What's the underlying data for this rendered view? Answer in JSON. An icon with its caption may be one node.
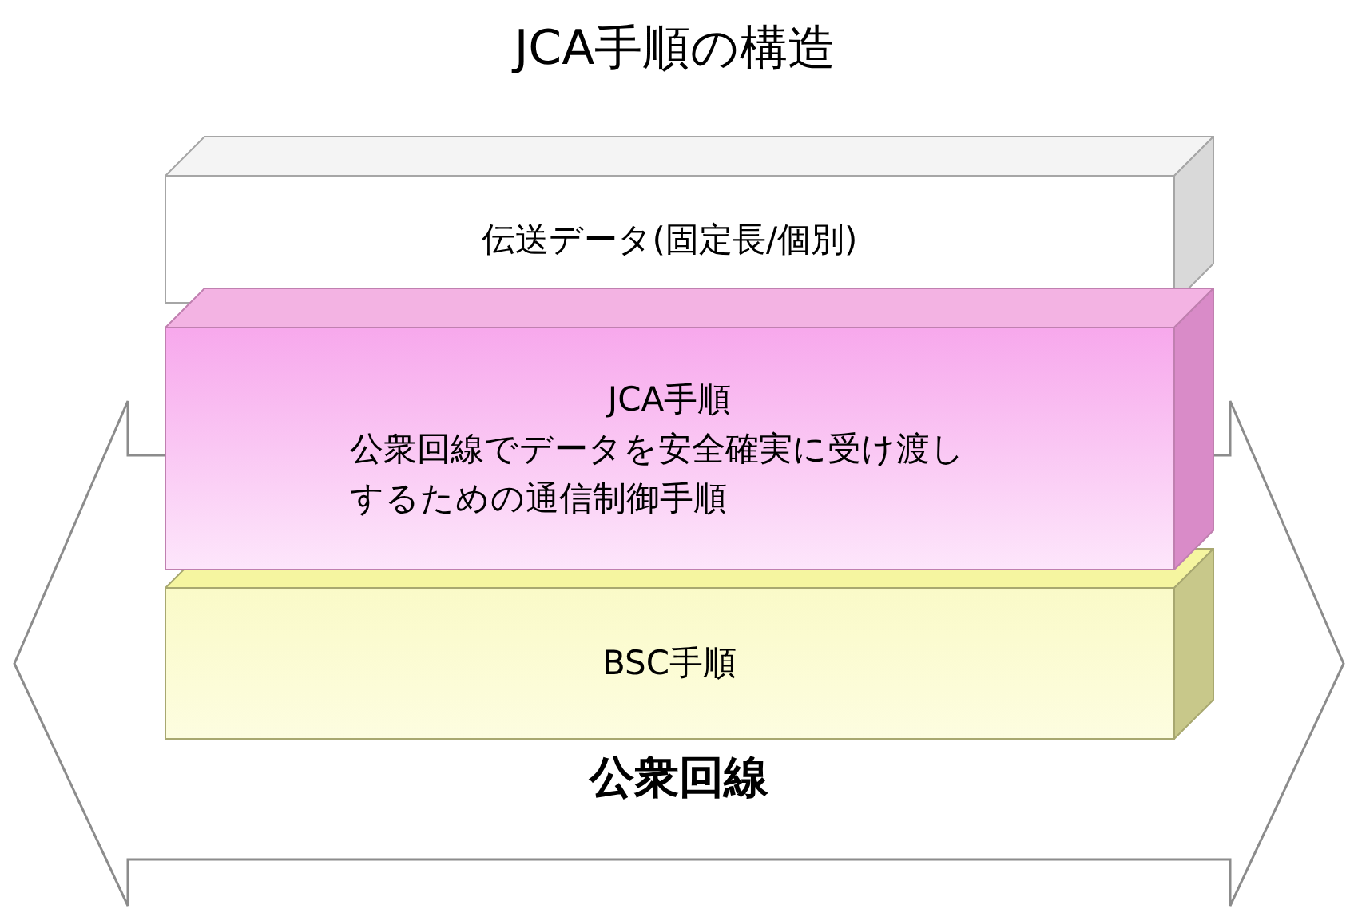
{
  "diagram": {
    "title": "JCA手順の構造",
    "nodes": [
      {
        "text": [
          "伝送データ(固定長/個別)"
        ]
      },
      {
        "text": [
          "JCA手順",
          "公衆回線でデータを安全確実に受け渡しするための通信制御手順"
        ]
      },
      {
        "text": [
          "公衆回線"
        ]
      },
      {
        "text": [
          "BSC手順"
        ],
        "in": 2
      }
    ],
    "edges": []
  }
}
